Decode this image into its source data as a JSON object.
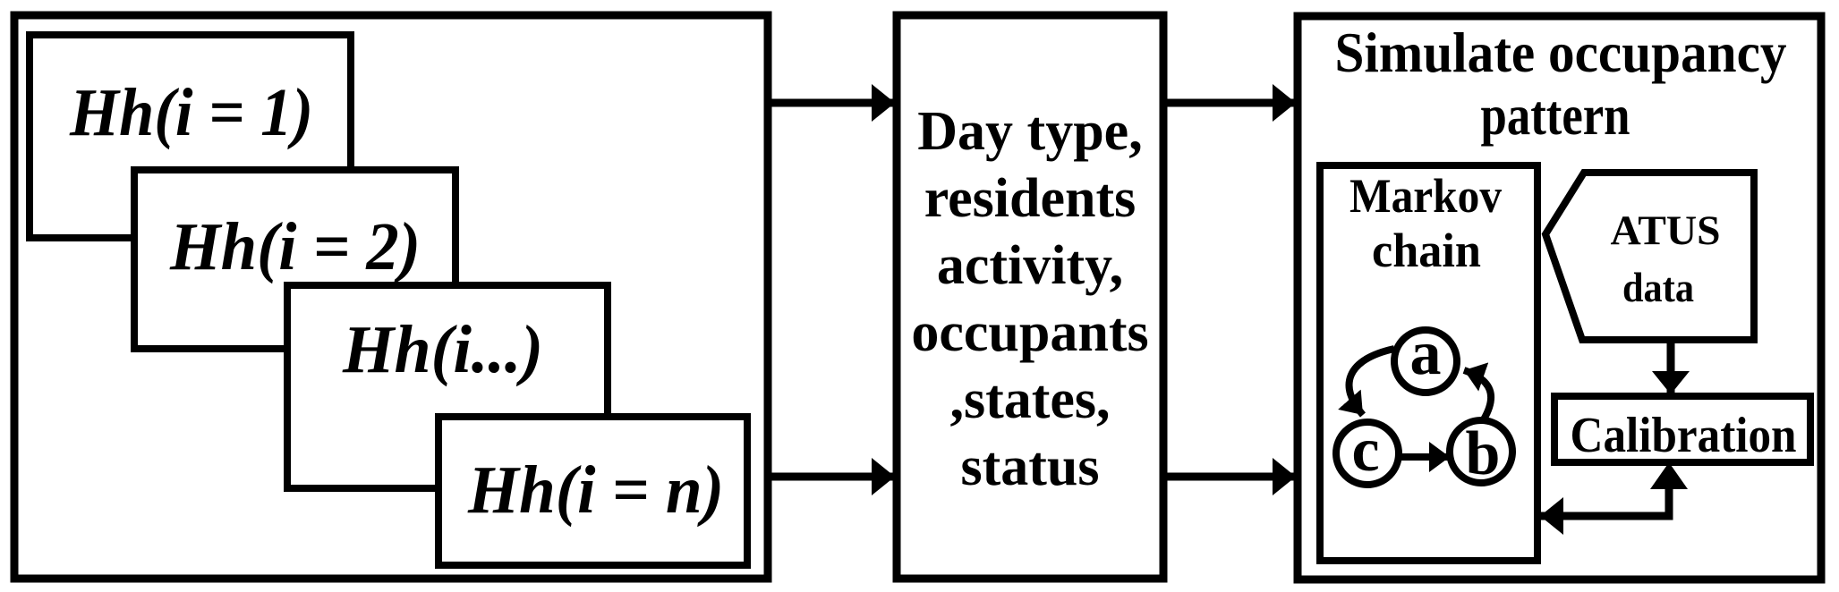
{
  "diagram": {
    "background_color": "#ffffff",
    "line_color": "#000000",
    "households": {
      "boxes": [
        {
          "label": "Hh(i = 1)"
        },
        {
          "label": "Hh(i = 2)"
        },
        {
          "label": "Hh(i...)"
        },
        {
          "label": "Hh(i = n)"
        }
      ]
    },
    "attributes": {
      "lines": [
        "Day type,",
        "residents",
        "activity,",
        "occupants",
        ",states,",
        "status"
      ]
    },
    "simulate": {
      "title_lines": [
        "Simulate occupancy",
        "pattern"
      ],
      "markov": {
        "label_lines": [
          "Markov",
          "chain"
        ],
        "states": [
          "a",
          "c",
          "b"
        ]
      },
      "atus": {
        "lines": [
          "ATUS",
          "data"
        ]
      },
      "calibration_label": "Calibration"
    }
  }
}
